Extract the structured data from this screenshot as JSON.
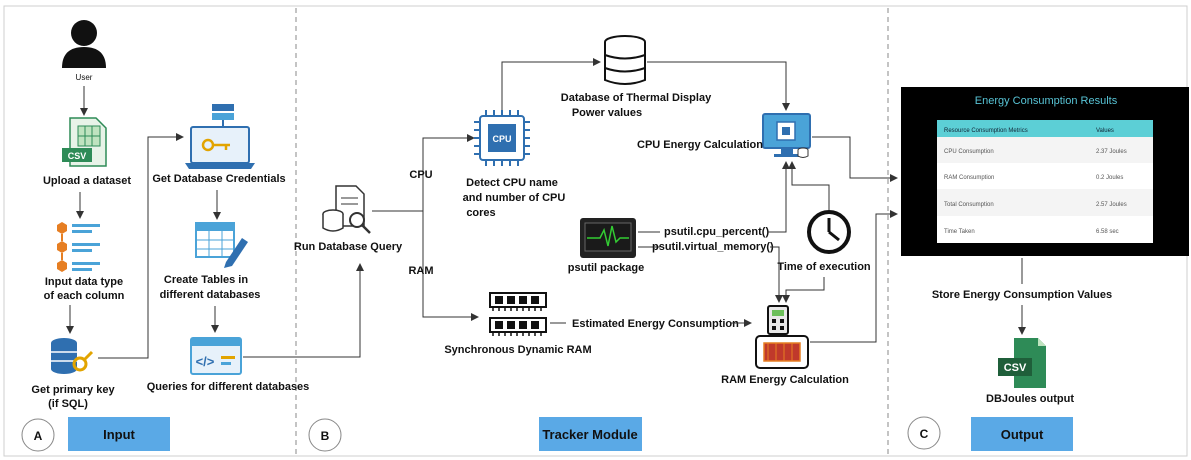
{
  "sections": {
    "input": {
      "letter": "A",
      "label": "Input"
    },
    "tracker": {
      "letter": "B",
      "label": "Tracker Module"
    },
    "output": {
      "letter": "C",
      "label": "Output"
    }
  },
  "input_panel": {
    "user": "User",
    "upload_1": "Upload a dataset",
    "csv_badge": "CSV",
    "datatype_1": "Input data type",
    "datatype_2": "of each column",
    "primary_1": "Get  primary key",
    "primary_2": "(if SQL)",
    "credentials": "Get Database Credentials",
    "tables_1": "Create Tables in",
    "tables_2": "different databases",
    "queries": "Queries for different databases"
  },
  "tracker_panel": {
    "run_query": "Run Database Query",
    "cpu_branch": "CPU",
    "ram_branch": "RAM",
    "cpu_chip": "CPU",
    "detect_1": "Detect CPU name",
    "detect_2": "and number of CPU",
    "detect_3": "cores",
    "thermal_1": "Database of Thermal Display",
    "thermal_2": "Power  values",
    "cpu_energy": "CPU Energy Calculation",
    "psutil_package": "psutil package",
    "psutil_cpu": "psutil.cpu_percent()",
    "psutil_mem": "psutil.virtual_memory()",
    "time_exec": "Time of execution",
    "sdram": "Synchronous Dynamic RAM",
    "estimated": "Estimated Energy Consumption",
    "ram_energy": "RAM Energy Calculation"
  },
  "output_panel": {
    "results_title": "Energy Consumption Results",
    "table_headers": [
      "Resource Consumption Metrics",
      "Values"
    ],
    "table_rows": [
      [
        "CPU Consumption",
        "2.37 Joules"
      ],
      [
        "RAM Consumption",
        "0.2 Joules"
      ],
      [
        "Total Consumption",
        "2.57 Joules"
      ],
      [
        "Time Taken",
        "6.58 sec"
      ]
    ],
    "store": "Store Energy Consumption Values",
    "csv_badge": "CSV",
    "dbjoules": "DBJoules output"
  },
  "colors": {
    "section_label_bg": "#5aa9e6",
    "results_title": "#58c4d6",
    "table_header": "#5ccfd6",
    "icon_blue": "#2f6fb0",
    "csv_green": "#1f7a3f"
  },
  "icons": [
    "user-icon",
    "csv-file-icon",
    "datatype-list-icon",
    "database-key-icon",
    "credentials-laptop-icon",
    "tables-pencil-icon",
    "code-window-icon",
    "database-search-icon",
    "cpu-chip-icon",
    "database-stack-icon",
    "cpu-monitor-icon",
    "oscilloscope-icon",
    "clock-icon",
    "ram-module-icon",
    "ram-calculator-icon",
    "csv-output-icon"
  ]
}
